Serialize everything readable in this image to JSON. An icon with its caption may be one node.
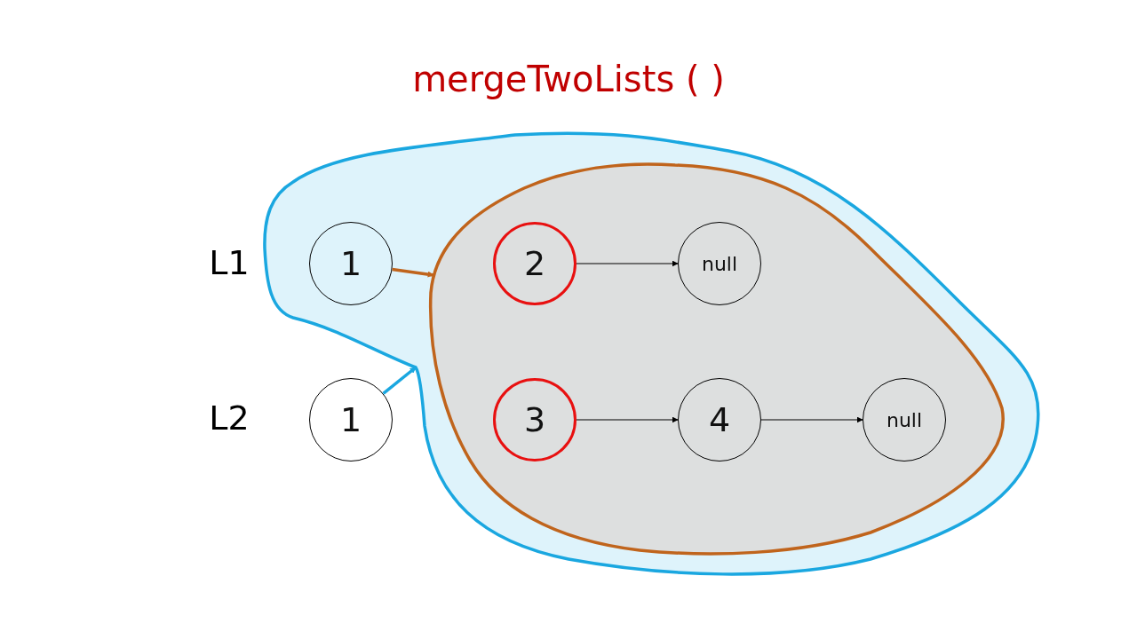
{
  "diagram": {
    "title": "mergeTwoLists ( )",
    "nodes": [
      {
        "text": [],
        "shape": "blob"
      },
      {
        "text": [],
        "shape": "blob",
        "in": 0
      },
      {
        "text": [
          "1"
        ],
        "in": 0
      },
      {
        "text": [
          "2"
        ],
        "in": 1
      },
      {
        "text": [
          "null"
        ],
        "in": 1
      },
      {
        "text": [
          "1"
        ]
      },
      {
        "text": [
          "3"
        ],
        "in": 1
      },
      {
        "text": [
          "4"
        ],
        "in": 1
      },
      {
        "text": [
          "null"
        ],
        "in": 1
      }
    ],
    "edges": [
      {
        "from": 2,
        "to": 1,
        "arrow": "to",
        "style": "thick",
        "color": "#c0641c"
      },
      {
        "from": 5,
        "to": 0,
        "arrow": "to",
        "style": "thick",
        "color": "#1aa7e0"
      },
      {
        "from": 3,
        "to": 4,
        "arrow": "to"
      },
      {
        "from": 6,
        "to": 7,
        "arrow": "to"
      },
      {
        "from": 7,
        "to": 8,
        "arrow": "to"
      }
    ],
    "labels": [
      "L1",
      "L2"
    ]
  }
}
